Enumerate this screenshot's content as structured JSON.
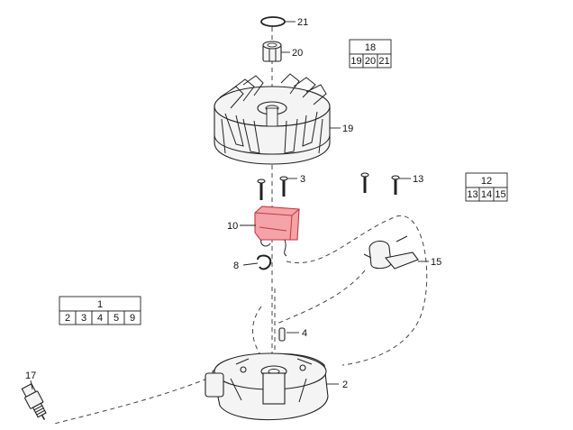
{
  "callouts": {
    "p21": "21",
    "p20": "20",
    "p19": "19",
    "p3": "3",
    "p13": "13",
    "p10": "10",
    "p8": "8",
    "p15": "15",
    "p4": "4",
    "p2": "2",
    "p17": "17"
  },
  "tables": {
    "t18": {
      "header": "18",
      "cells": [
        "19",
        "20",
        "21"
      ]
    },
    "t12": {
      "header": "12",
      "cells": [
        "13",
        "14",
        "15"
      ]
    },
    "t1": {
      "header": "1",
      "cells": [
        "2",
        "3",
        "4",
        "5",
        "9"
      ]
    }
  },
  "colors": {
    "highlight": "#f4a3a8",
    "highlight_stroke": "#c0393f",
    "line": "#222222"
  }
}
